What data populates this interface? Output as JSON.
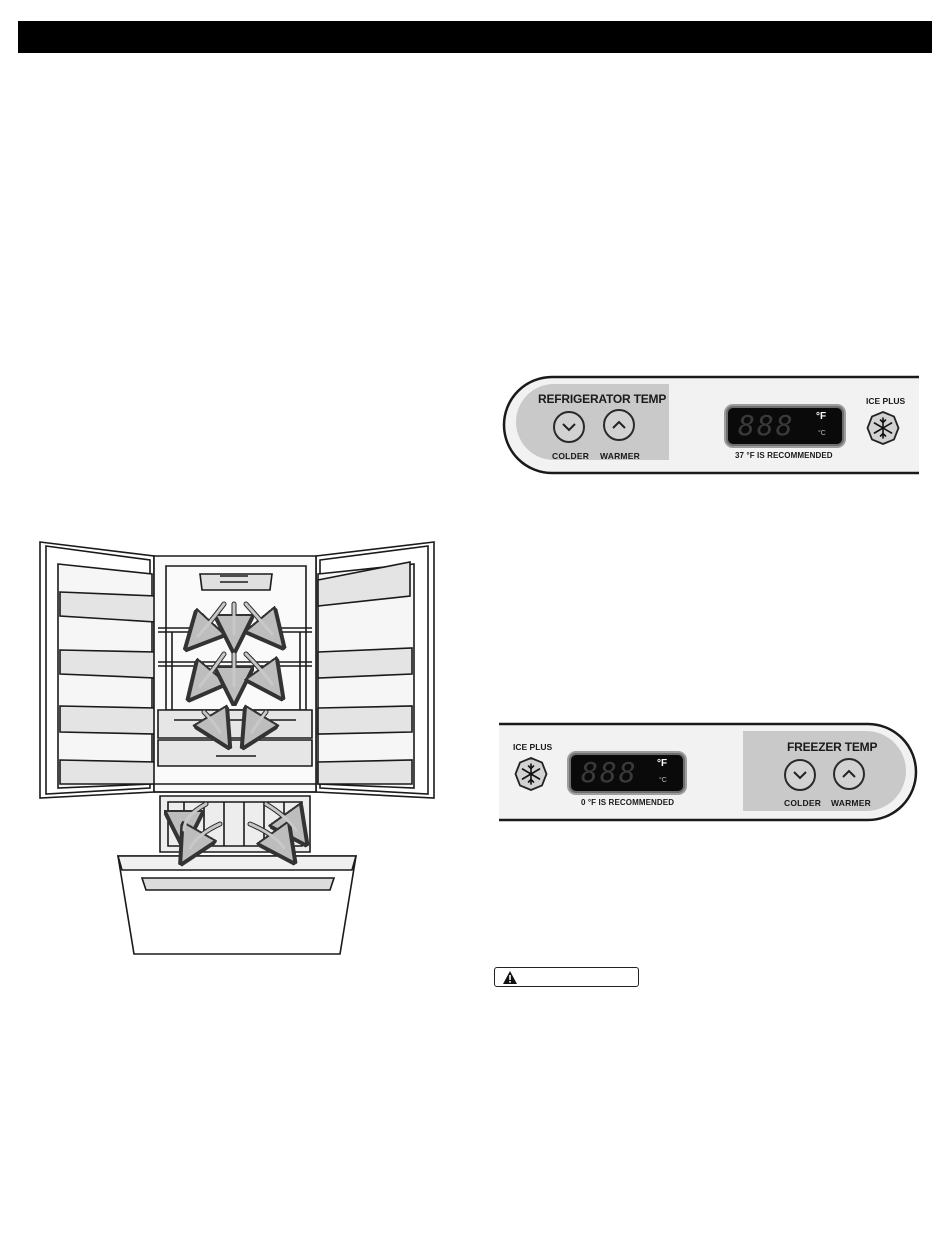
{
  "header": {
    "title": ""
  },
  "refrigerator_panel": {
    "title": "REFRIGERATOR TEMP",
    "colder_label": "COLDER",
    "warmer_label": "WARMER",
    "display_digits": "888",
    "unit_f": "°F",
    "unit_c": "°C",
    "recommendation": "37 °F IS RECOMMENDED",
    "ice_plus_label": "ICE PLUS",
    "colors": {
      "panel_bg": "#f2f2f2",
      "section_bg": "#c9c9c9",
      "display_bg": "#0a0a0a"
    }
  },
  "freezer_panel": {
    "title": "FREEZER TEMP",
    "colder_label": "COLDER",
    "warmer_label": "WARMER",
    "display_digits": "888",
    "unit_f": "°F",
    "unit_c": "°C",
    "recommendation": "0 °F IS RECOMMENDED",
    "ice_plus_label": "ICE PLUS"
  },
  "warning": {
    "icon": "warning-triangle-icon",
    "text": ""
  },
  "illustration": {
    "subject": "french-door-refrigerator-airflow",
    "icon": "refrigerator-illustration"
  }
}
